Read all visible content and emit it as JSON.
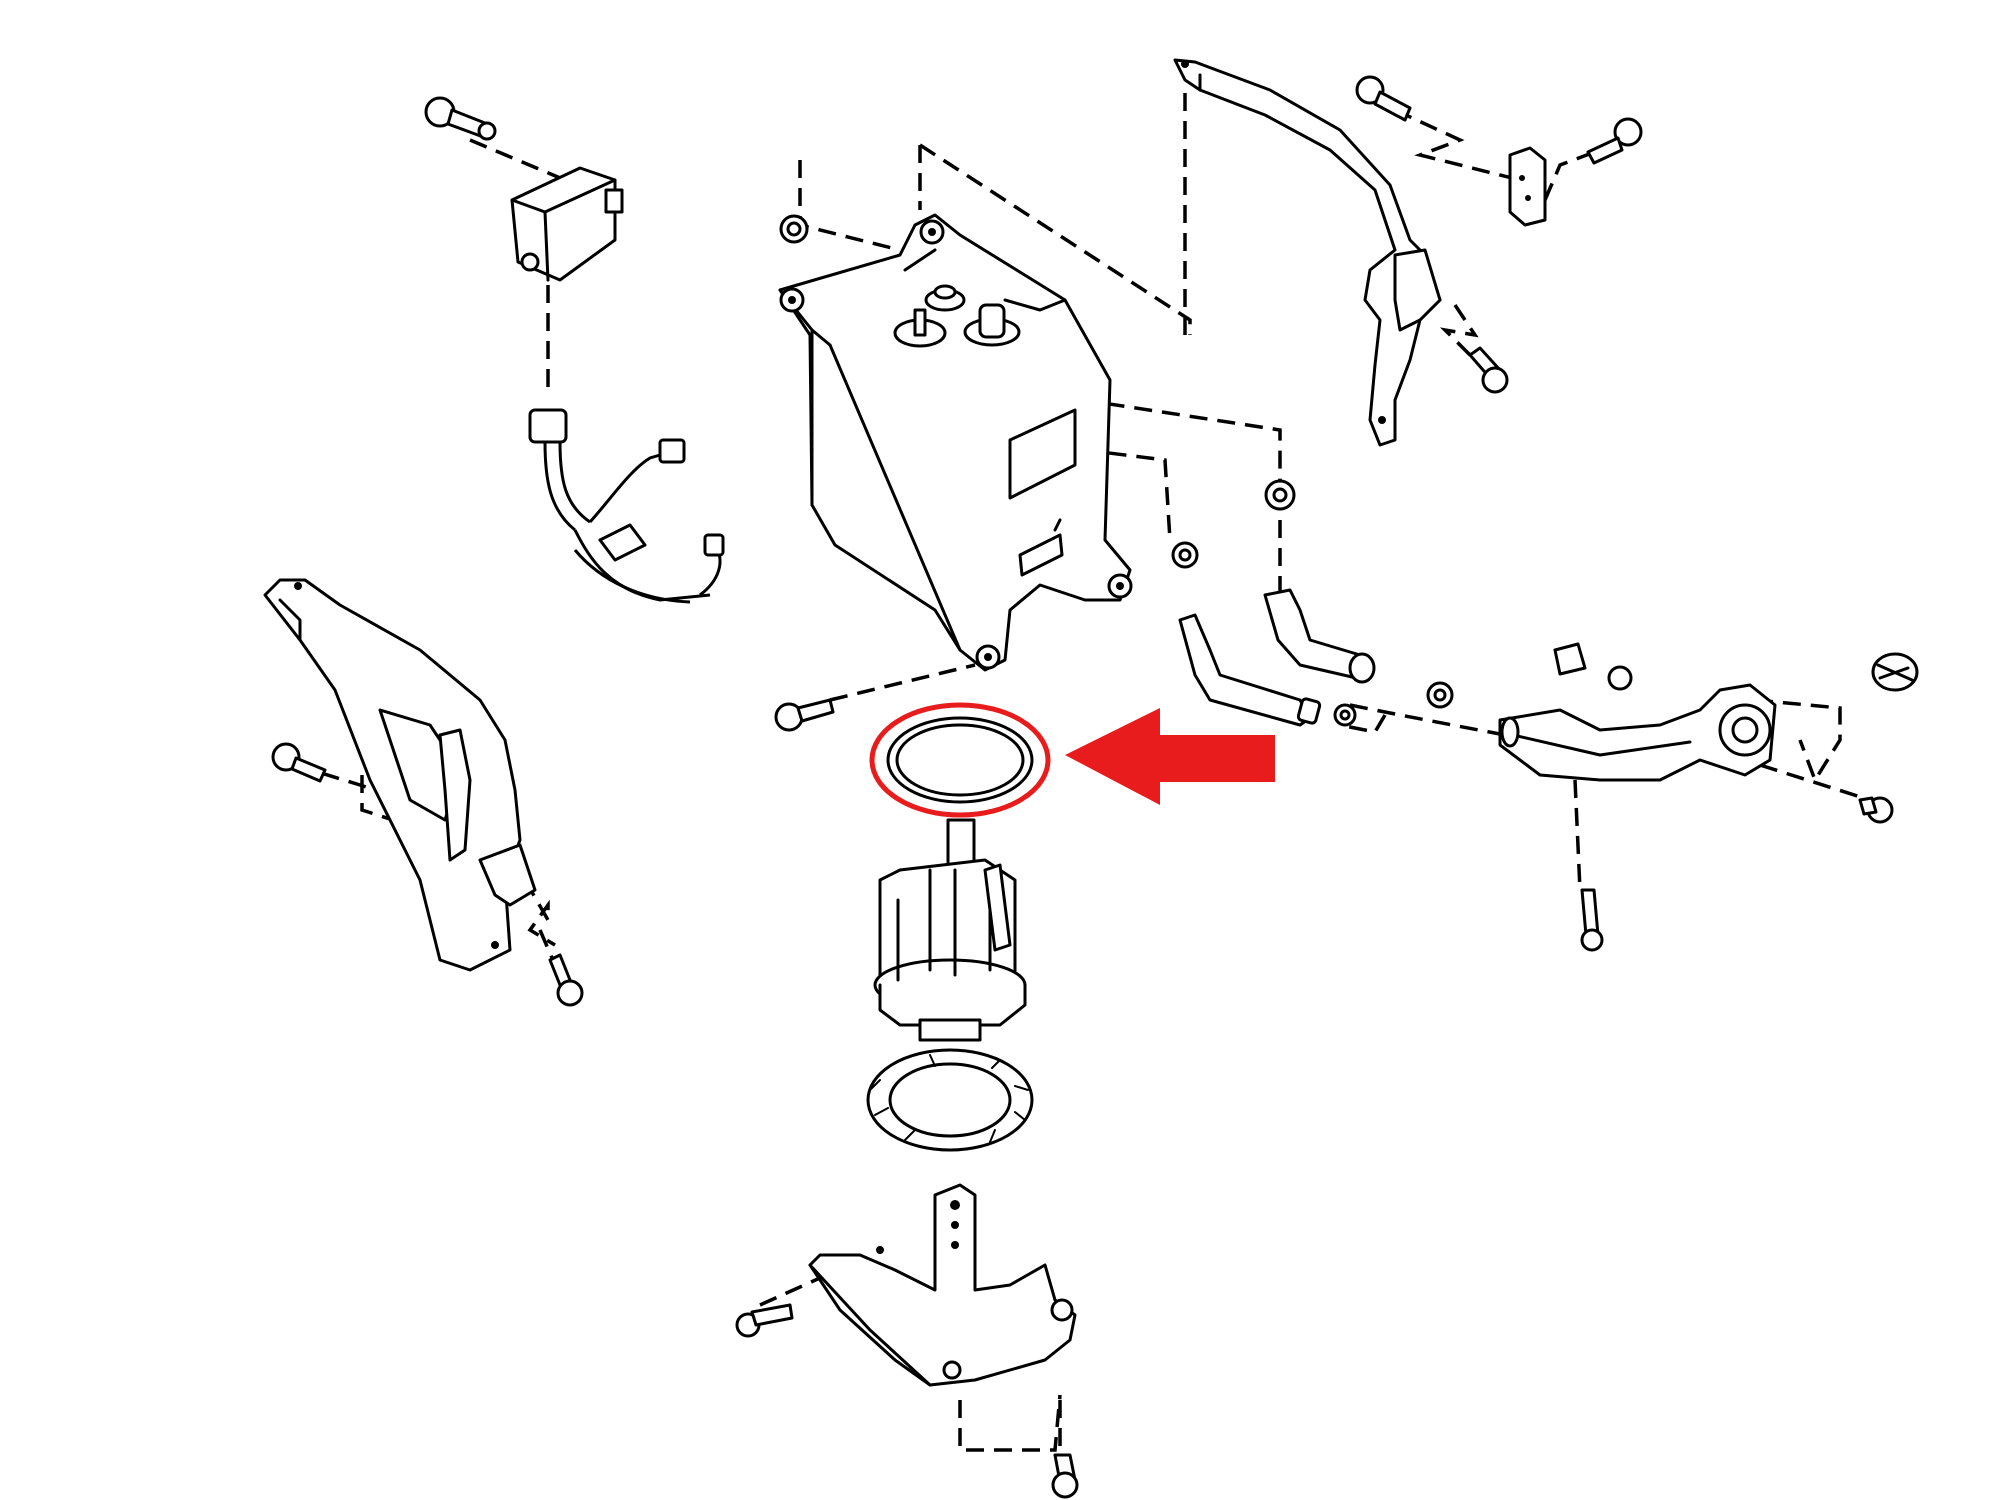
{
  "diagram": {
    "background": "#ffffff",
    "line_color": "#000000",
    "highlight_color": "#e81c1c",
    "highlighted_part": "fuel-pump-seal-ring",
    "parts": [
      "fuel-tank",
      "canister-module",
      "wiring-harness",
      "left-mounting-bracket",
      "right-filler-bracket",
      "fuel-pump-seal-ring",
      "fuel-pump-assembly",
      "pump-retainer-ring",
      "pump-bracket",
      "fuel-hose-a",
      "fuel-hose-b",
      "fuel-filler-pipe",
      "fuel-filler-cap",
      "mounting-bolts"
    ]
  }
}
